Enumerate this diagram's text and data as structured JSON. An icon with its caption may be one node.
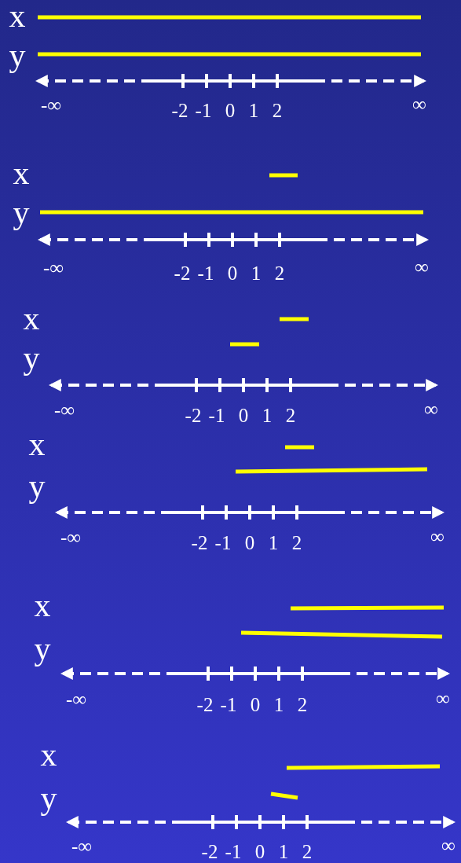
{
  "diagram": {
    "labels": [
      "x",
      "y",
      "-∞",
      "-2",
      "-1",
      "0",
      "1",
      "2",
      "∞",
      "x",
      "y",
      "-∞",
      "-2",
      "-1",
      "0",
      "1",
      "2",
      "∞",
      "x",
      "y",
      "-∞",
      "-2",
      "-1",
      "0",
      "1",
      "2",
      "∞",
      "x",
      "y",
      "-∞",
      "-2",
      "-1",
      "0",
      "1",
      "2",
      "∞",
      "x",
      "y",
      "-∞",
      "-2",
      "-1",
      "0",
      "1",
      "2",
      "∞",
      "x",
      "y",
      "-∞",
      "-2",
      "-1",
      "0",
      "1",
      "2",
      "∞"
    ]
  }
}
